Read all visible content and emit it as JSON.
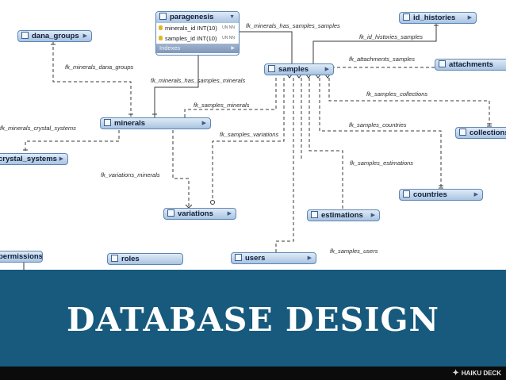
{
  "diagram": {
    "tables": {
      "dana_groups": "dana_groups",
      "paragenesis": "paragenesis",
      "id_histories": "id_histories",
      "samples": "samples",
      "attachments": "attachments",
      "minerals": "minerals",
      "collections": "collections",
      "crystal_systems": "crystal_systems",
      "countries": "countries",
      "variations": "variations",
      "estimations": "estimations",
      "permissions": "permissions",
      "roles": "roles",
      "users": "users"
    },
    "paragenesis_columns": [
      "minerals_id INT(10)",
      "samples_id INT(10)"
    ],
    "paragenesis_column_flags": [
      "UN NN",
      "UN NN"
    ],
    "paragenesis_indexes": "Indexes",
    "relations": {
      "fk_minerals_has_samples_samples": "fk_minerals_has_samples_samples",
      "fk_id_histories_samples": "fk_id_histories_samples",
      "fk_minerals_dana_groups": "fk_minerals_dana_groups",
      "fk_attachments_samples": "fk_attachments_samples",
      "fk_minerals_has_samples_minerals": "fk_minerals_has_samples_minerals",
      "fk_samples_minerals": "fk_samples_minerals",
      "fk_samples_collections": "fk_samples_collections",
      "fk_minerals_crystal_systems": "fk_minerals_crystal_systems",
      "fk_samples_variations": "fk_samples_variations",
      "fk_samples_countries": "fk_samples_countries",
      "fk_samples_estimations": "fk_samples_estimations",
      "fk_variations_minerals": "fk_variations_minerals",
      "fk_samples_users": "fk_samples_users"
    }
  },
  "banner": {
    "title": "DATABASE DESIGN"
  },
  "footer": {
    "brand": "HAIKU DECK"
  },
  "colors": {
    "banner": "#175a7d",
    "table_header": "#a9c3e2",
    "footer": "#0b0b0b"
  },
  "icons": {
    "table": "table-icon",
    "expand": "chevron-right-icon",
    "key": "key-icon",
    "logo": "haiku-deck-logo-icon"
  }
}
